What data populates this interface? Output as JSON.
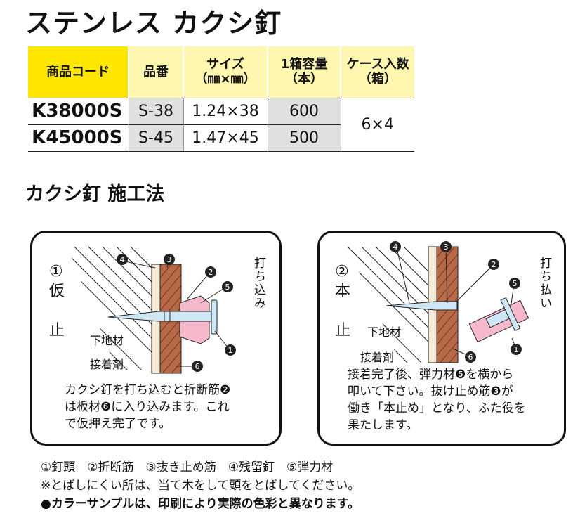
{
  "title": "ステンレス カクシ釘",
  "table": {
    "headers": {
      "code": "商品コード",
      "part": "品番",
      "size": "サイズ",
      "size_unit": "（㎜×㎜）",
      "qty": "1箱容量",
      "qty_unit": "（本）",
      "case": "ケース入数",
      "case_unit": "（箱）"
    },
    "rows": [
      {
        "code": "K38000S",
        "part": "S-38",
        "size": "1.24×38",
        "qty": "600"
      },
      {
        "code": "K45000S",
        "part": "S-45",
        "size": "1.47×45",
        "qty": "500"
      }
    ],
    "case_value": "6×4"
  },
  "section_title": "カクシ釘 施工法",
  "panel1": {
    "step_mark": "①",
    "step_text_1": "仮",
    "step_text_2": "止",
    "action": "打ち込み",
    "label_base": "下地材",
    "label_glue": "接着剤",
    "num_1": "1",
    "num_2": "2",
    "num_3": "3",
    "num_4": "4",
    "num_5": "5",
    "num_6": "6",
    "caption_lines": [
      "カクシ釘を打ち込むと折断筋❷",
      "は板材❻に入り込みます。これ",
      "で仮押え完了です。"
    ]
  },
  "panel2": {
    "step_mark": "②",
    "step_text_1": "本",
    "step_text_2": "止",
    "action": "打ち払い",
    "label_base": "下地材",
    "label_glue": "接着剤",
    "num_1": "1",
    "num_2": "2",
    "num_3": "3",
    "num_4": "4",
    "num_5": "5",
    "num_6": "6",
    "caption_lines": [
      "接着完了後、弾力材❺を横から",
      "叩いて下さい。抜け止め筋❸が",
      "働き「本止め」となり、ふた役を",
      "果たします。"
    ]
  },
  "legend": "①釘頭　②折断筋　③抜き止め筋　④残留釘　⑤弾力材",
  "notes": [
    "※とばしにくい所は、当て木をして頭をとばしてください。",
    "●カラーサンプルは、印刷により実際の色彩と異なります。"
  ],
  "colors": {
    "header_code": "#ffe600",
    "header_other": "#fff6b0",
    "wood": "#b86a48",
    "nail": "#cfe6f5",
    "elastic": "#f6b9cc"
  }
}
